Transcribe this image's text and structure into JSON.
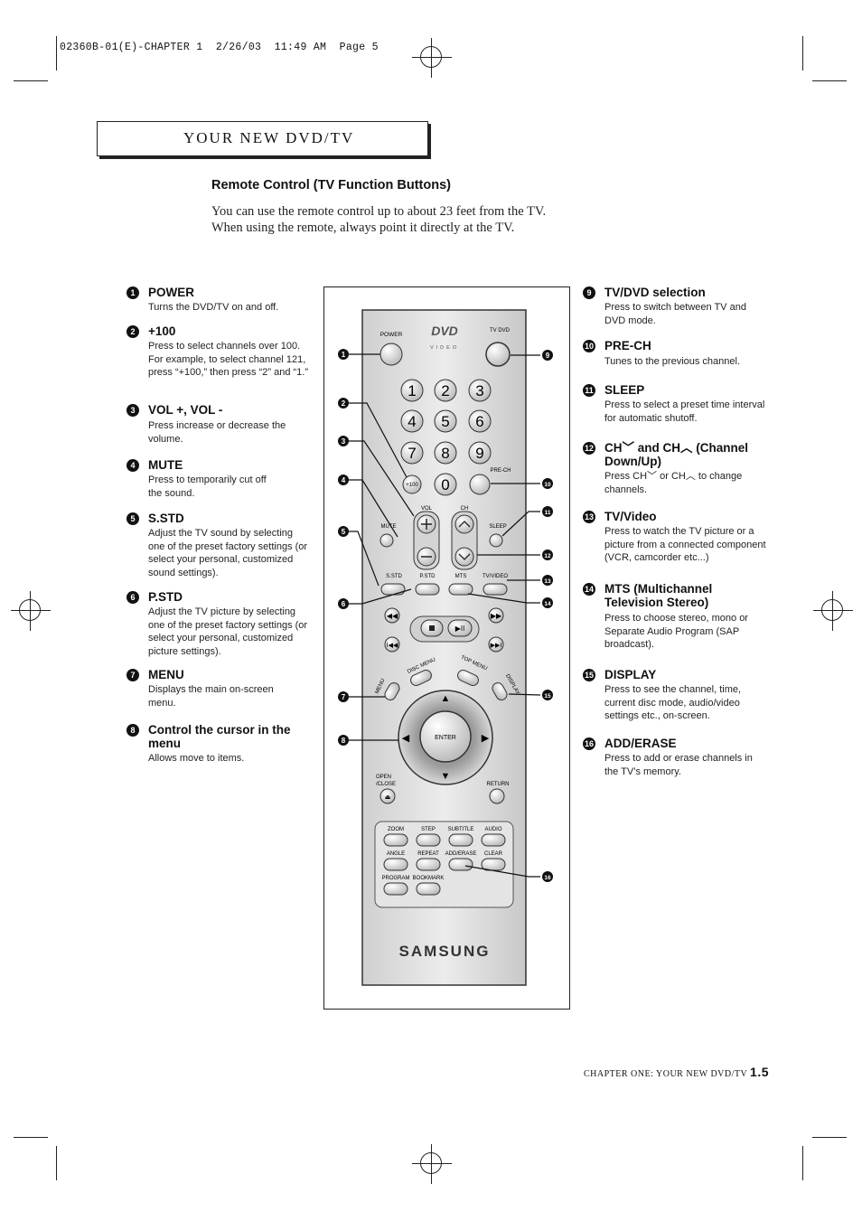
{
  "print_slug": "02360B-01(E)-CHAPTER 1  2/26/03  11:49 AM  Page 5",
  "header_title": "YOUR NEW DVD/TV",
  "section_heading": "Remote Control (TV Function Buttons)",
  "intro": [
    "You can use the remote control up to about 23 feet from the TV.",
    "When using the remote, always point it directly at the TV."
  ],
  "left_items": [
    {
      "num": "1",
      "title": "POWER",
      "desc": "Turns the DVD/TV on and off."
    },
    {
      "num": "2",
      "title": "+100",
      "desc": "Press to select channels over 100. For example, to select channel 121, press “+100,” then press “2” and “1.”"
    },
    {
      "num": "3",
      "title": "VOL +, VOL -",
      "desc": "Press increase or decrease the volume."
    },
    {
      "num": "4",
      "title": "MUTE",
      "desc": "Press to temporarily cut off the sound."
    },
    {
      "num": "5",
      "title": "S.STD",
      "desc": "Adjust the TV sound by selecting one of the preset factory settings (or select your personal, customized sound settings)."
    },
    {
      "num": "6",
      "title": "P.STD",
      "desc": "Adjust the TV picture by selecting one of the preset factory settings (or select your personal, customized picture settings)."
    },
    {
      "num": "7",
      "title": "MENU",
      "desc": "Displays the main on-screen menu."
    },
    {
      "num": "8",
      "title": "Control the cursor in the menu",
      "desc": "Allows move to items."
    }
  ],
  "right_items": [
    {
      "num": "9",
      "title": "TV/DVD selection",
      "desc": "Press to switch between TV and DVD mode."
    },
    {
      "num": "10",
      "title": "PRE-CH",
      "desc": "Tunes to the previous channel."
    },
    {
      "num": "11",
      "title": "SLEEP",
      "desc": "Press to select a preset time interval for automatic shutoff."
    },
    {
      "num": "12",
      "title": "CH﹀ and CH︿ (Channel Down/Up)",
      "desc": "Press CH﹀ or CH︿ to change channels."
    },
    {
      "num": "13",
      "title": "TV/Video",
      "desc": "Press to watch the TV picture or a picture from a connected component (VCR, camcorder etc...)"
    },
    {
      "num": "14",
      "title": "MTS (Multichannel Television Stereo)",
      "desc": "Press to choose stereo, mono or Separate Audio Program (SAP broadcast)."
    },
    {
      "num": "15",
      "title": "DISPLAY",
      "desc": "Press to see the channel, time, current disc mode, audio/video settings etc., on-screen."
    },
    {
      "num": "16",
      "title": "ADD/ERASE",
      "desc": "Press to add or erase channels in the TV’s memory."
    }
  ],
  "remote": {
    "power": "POWER",
    "tvdvd": "TV DVD",
    "dvd_logo": "DVD",
    "video": "VIDEO",
    "digits": [
      "1",
      "2",
      "3",
      "4",
      "5",
      "6",
      "7",
      "8",
      "9",
      "0"
    ],
    "plus100": "+100",
    "prech": "PRE-CH",
    "vol": "VOL",
    "ch": "CH",
    "mute": "MUTE",
    "sleep": "SLEEP",
    "row_labels": [
      "S.STD",
      "P.STD",
      "MTS",
      "TV/VIDEO"
    ],
    "disc_menu": "DISC MENU",
    "top_menu": "TOP MENU",
    "menu": "MENU",
    "display": "DISPLAY",
    "enter": "ENTER",
    "open_close": [
      "OPEN",
      "/CLOSE"
    ],
    "return": "RETURN",
    "grid_row1": [
      "ZOOM",
      "STEP",
      "SUBTITLE",
      "AUDIO"
    ],
    "grid_row2": [
      "ANGLE",
      "REPEAT",
      "ADD/ERASE",
      "CLEAR"
    ],
    "grid_row3": [
      "PROGRAM",
      "BOOKMARK"
    ],
    "brand": "SAMSUNG",
    "callouts": [
      "1",
      "2",
      "3",
      "4",
      "5",
      "6",
      "7",
      "8",
      "9",
      "10",
      "11",
      "12",
      "13",
      "14",
      "15",
      "16"
    ]
  },
  "footer": {
    "text": "CHAPTER ONE: YOUR NEW DVD/TV",
    "page": "1.5"
  }
}
